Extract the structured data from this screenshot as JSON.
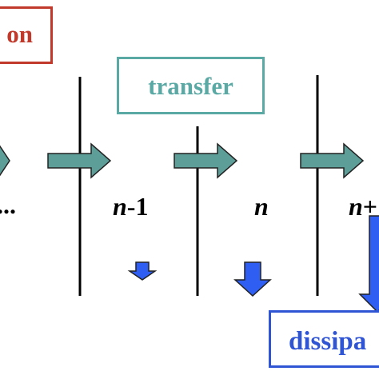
{
  "boxes": {
    "injection": "on",
    "transfer": "transfer",
    "dissipation": "dissipa"
  },
  "labels": {
    "ellipsis": "...",
    "n_minus_1_var": "n",
    "n_minus_1_rest": "-1",
    "n_var": "n",
    "n_plus_1_var": "n",
    "n_plus_1_rest": "+"
  },
  "colors": {
    "injection": "#c0392b",
    "transfer": "#5aa9a5",
    "dissipation": "#2f55d4",
    "transfer_arrow_fill": "#5e9e99",
    "dissipation_arrow_fill": "#2f5ef2"
  }
}
